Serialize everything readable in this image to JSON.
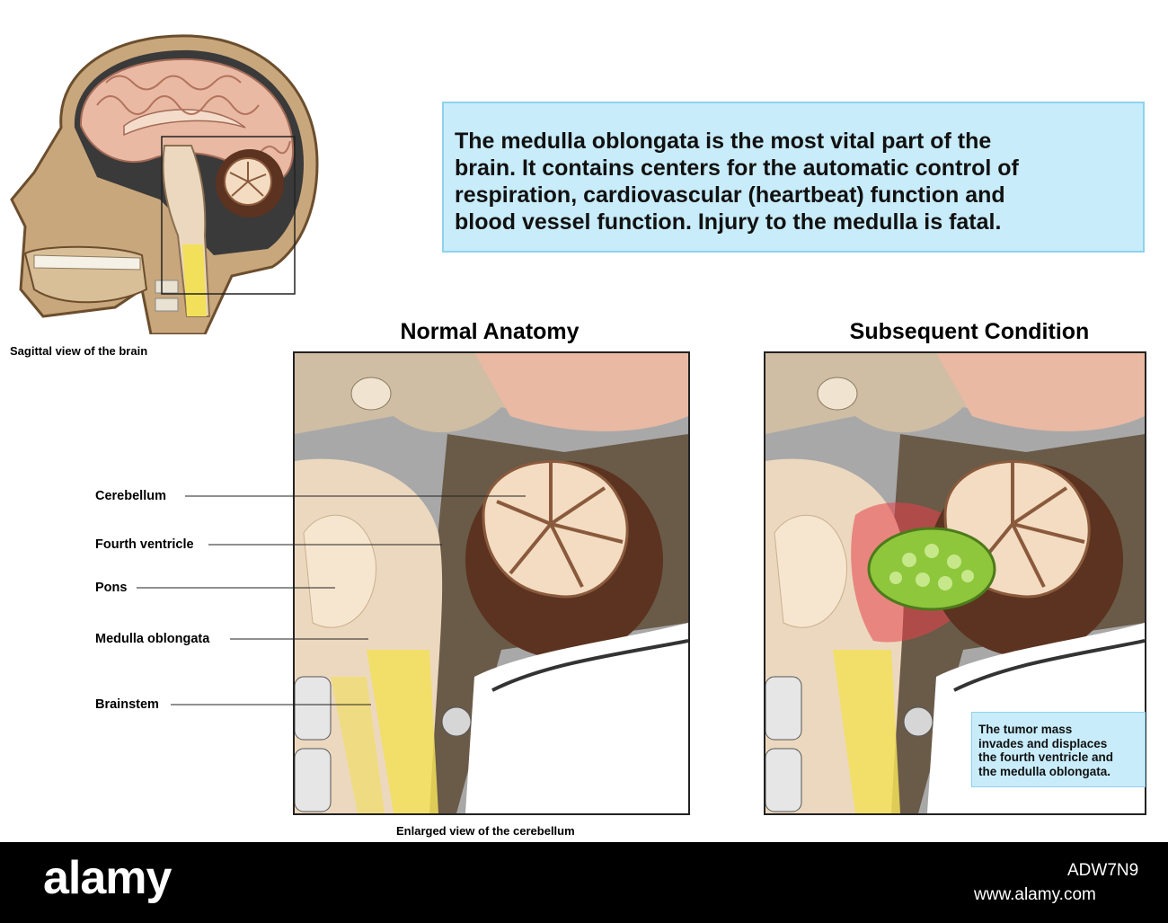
{
  "info_box": {
    "lines": [
      "The medulla oblongata is the most vital part of the",
      "brain. It contains centers for the automatic control of",
      "respiration, cardiovascular (heartbeat) function and",
      "blood vessel function. Injury to the medulla is fatal."
    ]
  },
  "sagittal": {
    "caption": "Sagittal view of the brain"
  },
  "normal_panel": {
    "heading": "Normal Anatomy",
    "caption": "Enlarged view of the cerebellum"
  },
  "condition_panel": {
    "heading": "Subsequent Condition",
    "note_lines": [
      "The tumor mass",
      "invades and displaces",
      "the fourth ventricle and",
      "the medulla oblongata."
    ]
  },
  "labels": [
    "Cerebellum",
    "Fourth ventricle",
    "Pons",
    "Medulla oblongata",
    "Brainstem"
  ],
  "footer": {
    "logo": "alamy",
    "image_id": "ADW7N9",
    "url": "www.alamy.com"
  },
  "colors": {
    "info_bg": "#c8ecfa",
    "info_border": "#8fd2ee",
    "cortex": "#e9b9a3",
    "brainstem": "#ecd8bf",
    "spinal_yellow": "#f2e05a",
    "cerebellum_dark": "#5b3320",
    "tumor_green": "#8ec73c",
    "inflammation_red": "#e8424a"
  }
}
